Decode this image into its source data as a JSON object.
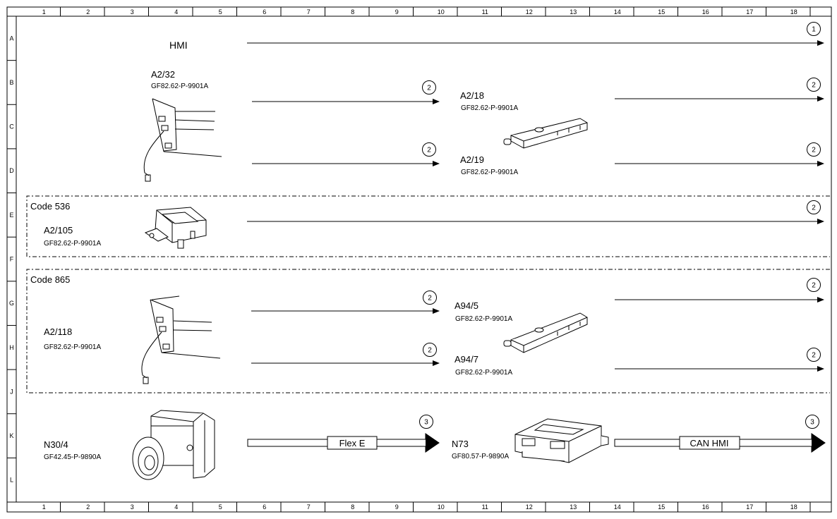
{
  "columns": [
    "1",
    "2",
    "3",
    "4",
    "5",
    "6",
    "7",
    "8",
    "9",
    "10",
    "11",
    "12",
    "13",
    "14",
    "15",
    "16",
    "17",
    "18"
  ],
  "rows": [
    "A",
    "B",
    "C",
    "D",
    "E",
    "F",
    "G",
    "H",
    "J",
    "K",
    "L"
  ],
  "groups": {
    "code536": "Code 536",
    "code865": "Code 865"
  },
  "labels": {
    "hmi": "HMI",
    "a2_32": "A2/32",
    "a2_32_code": "GF82.62-P-9901A",
    "a2_18": "A2/18",
    "a2_18_code": "GF82.62-P-9901A",
    "a2_19": "A2/19",
    "a2_19_code": "GF82.62-P-9901A",
    "a2_105": "A2/105",
    "a2_105_code": "GF82.62-P-9901A",
    "a2_118": "A2/118",
    "a2_118_code": "GF82.62-P-9901A",
    "a94_5": "A94/5",
    "a94_5_code": "GF82.62-P-9901A",
    "a94_7": "A94/7",
    "a94_7_code": "GF82.62-P-9901A",
    "n30_4": "N30/4",
    "n30_4_code": "GF42.45-P-9890A",
    "n73": "N73",
    "n73_code": "GF80.57-P-9890A"
  },
  "bus_labels": {
    "flex_e": "Flex E",
    "can_hmi": "CAN HMI"
  },
  "markers": {
    "m_hmi": "1",
    "m_a232_1": "2",
    "m_a232_2": "2",
    "m_a218": "2",
    "m_a219": "2",
    "m_a2105": "2",
    "m_a2118_1": "2",
    "m_a2118_2": "2",
    "m_a945": "2",
    "m_a947": "2",
    "m_flex": "3",
    "m_can": "3"
  },
  "colors": {
    "line": "#000000",
    "background": "#ffffff"
  }
}
